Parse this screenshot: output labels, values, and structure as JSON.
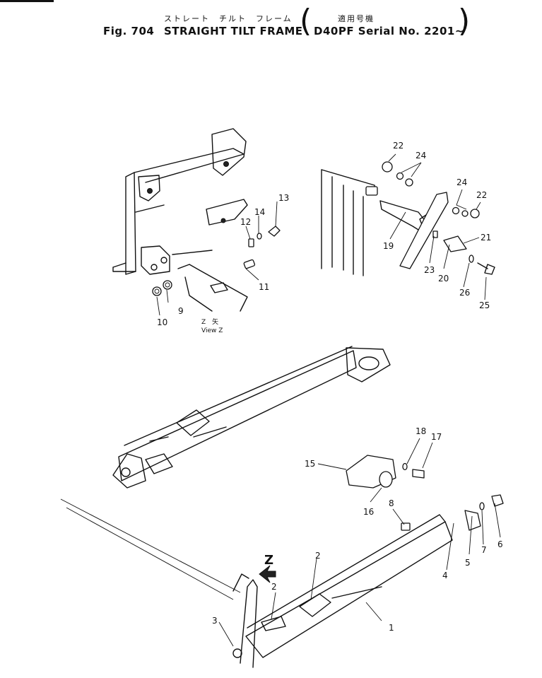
{
  "header": {
    "jp_title": "ストレート　チルト　フレーム",
    "jp_applicable": "適用号機",
    "fig_label": "Fig. 704",
    "title": "STRAIGHT TILT FRAME",
    "paren_left": "(",
    "paren_right": ")",
    "serial": "D40PF Serial No. 2201~"
  },
  "view_label": {
    "jp": "Z　矢",
    "en": "View Z",
    "arrow_letter": "Z"
  },
  "callouts": [
    "1",
    "2",
    "2",
    "3",
    "4",
    "5",
    "6",
    "7",
    "8",
    "9",
    "10",
    "11",
    "12",
    "13",
    "14",
    "15",
    "16",
    "17",
    "18",
    "19",
    "20",
    "21",
    "22",
    "22",
    "23",
    "24",
    "24",
    "25",
    "26"
  ]
}
